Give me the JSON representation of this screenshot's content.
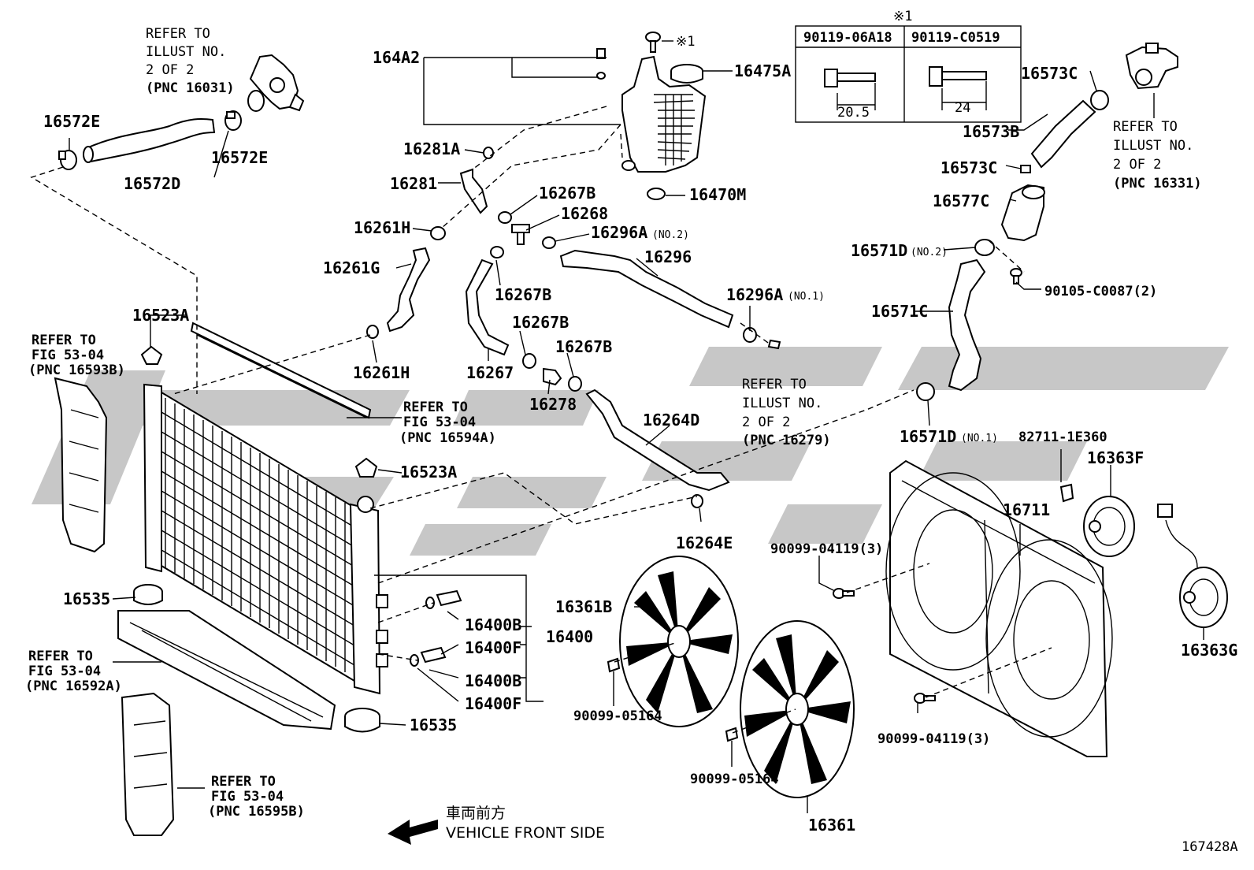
{
  "diagram": {
    "labels": {
      "p164A2": "164A2",
      "p16475A": "16475A",
      "p16281A": "16281A",
      "p16281": "16281",
      "p16470M": "16470M",
      "p16267B_1": "16267B",
      "p16268": "16268",
      "p16261H_1": "16261H",
      "p16296A_2": "16296A",
      "p16296": "16296",
      "p16261G": "16261G",
      "p16267B_2": "16267B",
      "p16296A_1": "16296A",
      "p16523A_1": "16523A",
      "p16267B_3": "16267B",
      "p16267B_4": "16267B",
      "p16261H_2": "16261H",
      "p16267": "16267",
      "p16278": "16278",
      "p16264D": "16264D",
      "p16523A_2": "16523A",
      "p16264E": "16264E",
      "p16535_1": "16535",
      "p16400B_1": "16400B",
      "p16400F_1": "16400F",
      "p16400": "16400",
      "p16400B_2": "16400B",
      "p16400F_2": "16400F",
      "p16535_2": "16535",
      "p16361B": "16361B",
      "p90099_05164_1": "90099-05164",
      "p90099_05164_2": "90099-05164",
      "p16361": "16361",
      "p16572E_1": "16572E",
      "p16572E_2": "16572E",
      "p16572D": "16572D",
      "p16573C_1": "16573C",
      "p16573B": "16573B",
      "p16573C_2": "16573C",
      "p16577C": "16577C",
      "p16571D_2": "16571D",
      "p90105": "90105-C0087(2)",
      "p16571C": "16571C",
      "p16571D_1": "16571D",
      "p82711": "82711-1E360",
      "p16363F": "16363F",
      "p16711": "16711",
      "p90099_04119_1": "90099-04119(3)",
      "p90099_04119_2": "90099-04119(3)",
      "p16363G": "16363G",
      "fig_id": "167428A"
    },
    "notes": {
      "no2_a": "(NO.2)",
      "no1_a": "(NO.1)",
      "no2_b": "(NO.2)",
      "no1_b": "(NO.1)",
      "note1": "※1"
    },
    "refer": {
      "r16031": [
        "REFER TO",
        "ILLUST NO.",
        "2 OF 2",
        "(PNC 16031)"
      ],
      "r16331": [
        "REFER TO",
        "ILLUST NO.",
        "2 OF 2",
        "(PNC 16331)"
      ],
      "r16593B": [
        "REFER TO",
        "FIG 53-04",
        "(PNC 16593B)"
      ],
      "r16594A": [
        "REFER TO",
        "FIG 53-04",
        "(PNC 16594A)"
      ],
      "r16279": [
        "REFER TO",
        "ILLUST NO.",
        "2 OF 2",
        "(PNC 16279)"
      ],
      "r16592A": [
        "REFER TO",
        "FIG 53-04",
        "(PNC 16592A)"
      ],
      "r16595B": [
        "REFER TO",
        "FIG 53-04",
        "(PNC 16595B)"
      ]
    },
    "bolt_table": {
      "header": "※1",
      "col1": "90119-06A18",
      "col2": "90119-C0519",
      "dim1": "20.5",
      "dim2": "24"
    },
    "front_side": {
      "jp": "車両前方",
      "en": "VEHICLE FRONT SIDE"
    }
  }
}
